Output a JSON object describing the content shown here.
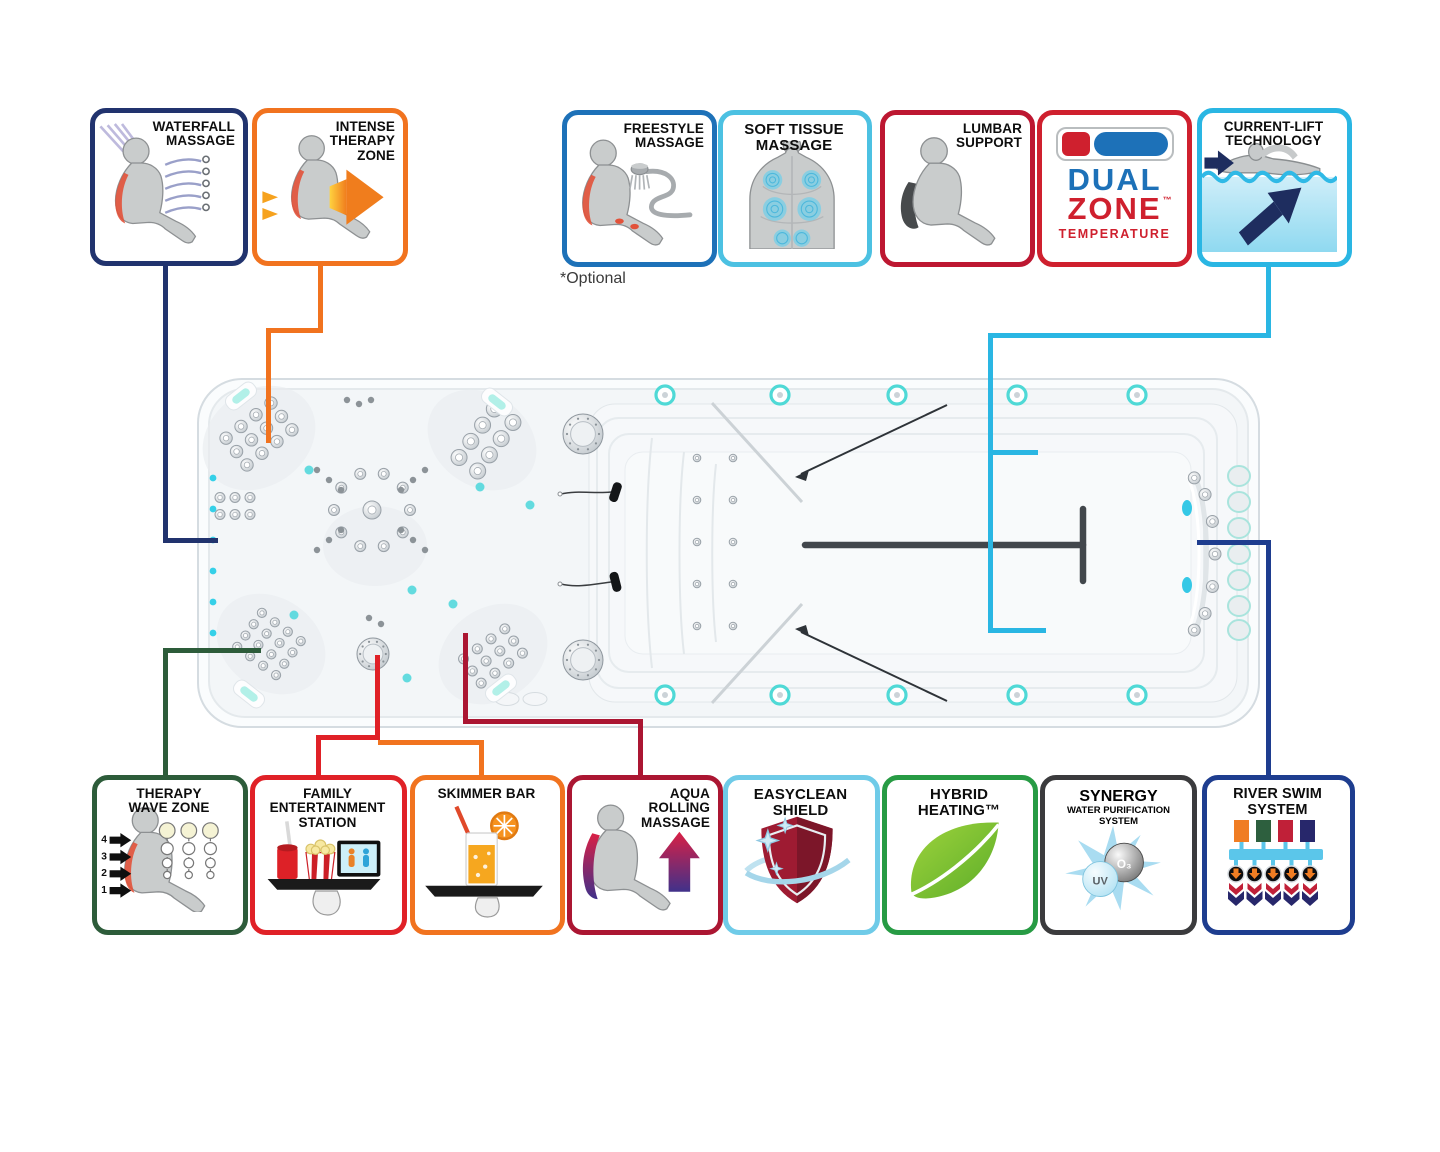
{
  "note": "*Optional",
  "colors": {
    "led": "#4fd9d6",
    "chrome": "#9aa2a9",
    "tub_outline": "#d6dce1"
  },
  "top_features": [
    {
      "id": "waterfall-massage",
      "label": "WATERFALL\nMASSAGE",
      "color": "#21336e"
    },
    {
      "id": "intense-therapy-zone",
      "label": "INTENSE\nTHERAPY\nZONE",
      "color": "#f1731f"
    },
    {
      "id": "freestyle-massage",
      "label": "FREESTYLE\nMASSAGE",
      "color": "#1d71b8"
    },
    {
      "id": "soft-tissue-massage",
      "label": "SOFT TISSUE\nMASSAGE",
      "color": "#4cc1e2"
    },
    {
      "id": "lumbar-support",
      "label": "LUMBAR\nSUPPORT",
      "color": "#bd1731"
    },
    {
      "id": "dual-zone-temperature",
      "dual": "DUAL",
      "zone": "ZONE",
      "tm": "™",
      "temperature": "TEMPERATURE",
      "color": "#cf202e",
      "blue": "#1d71b8"
    },
    {
      "id": "current-lift-technology",
      "label": "CURRENT-LIFT\nTECHNOLOGY",
      "color": "#2ab6e3"
    }
  ],
  "bottom_features": [
    {
      "id": "therapy-wave-zone",
      "label": "THERAPY\nWAVE ZONE",
      "color": "#2d5c3a",
      "levels": [
        "4",
        "3",
        "2",
        "1"
      ]
    },
    {
      "id": "family-entertainment-station",
      "label": "FAMILY\nENTERTAINMENT\nSTATION",
      "color": "#e02127"
    },
    {
      "id": "skimmer-bar",
      "label": "SKIMMER BAR",
      "color": "#f1731f"
    },
    {
      "id": "aqua-rolling-massage",
      "label": "AQUA\nROLLING\nMASSAGE",
      "color": "#ab1632"
    },
    {
      "id": "easyclean-shield",
      "label": "EASYCLEAN\nSHIELD",
      "color": "#6fcbe8"
    },
    {
      "id": "hybrid-heating",
      "label": "HYBRID\nHEATING™",
      "color": "#279b44"
    },
    {
      "id": "synergy-water-purification",
      "title": "SYNERGY",
      "subtitle": "WATER PURIFICATION\nSYSTEM",
      "o3": "O₃",
      "uv": "UV",
      "color": "#3b3b3d"
    },
    {
      "id": "river-swim-system",
      "label": "RIVER SWIM\nSYSTEM",
      "color": "#1e3d8f"
    }
  ]
}
